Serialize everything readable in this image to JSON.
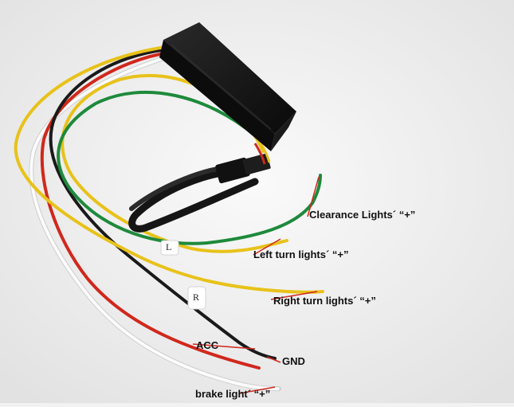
{
  "labels": {
    "clearance": "Clearance Lights´ “+”",
    "left_turn": "Left turn lights´ “+”",
    "right_turn": "Right turn lights´ “+”",
    "acc": "ACC",
    "gnd": "GND",
    "brake": "brake light´ “+”"
  },
  "wire_tags": {
    "left": "L",
    "right": "R"
  },
  "colors": {
    "background": "#f2f2f2",
    "module": "#141414",
    "green_wire": "#1e8a3c",
    "yellow_wire": "#e8c21a",
    "black_wire": "#1a1a1a",
    "red_wire": "#d0281c",
    "white_wire": "#f7f7f7",
    "pointer_line": "#d0281c"
  }
}
